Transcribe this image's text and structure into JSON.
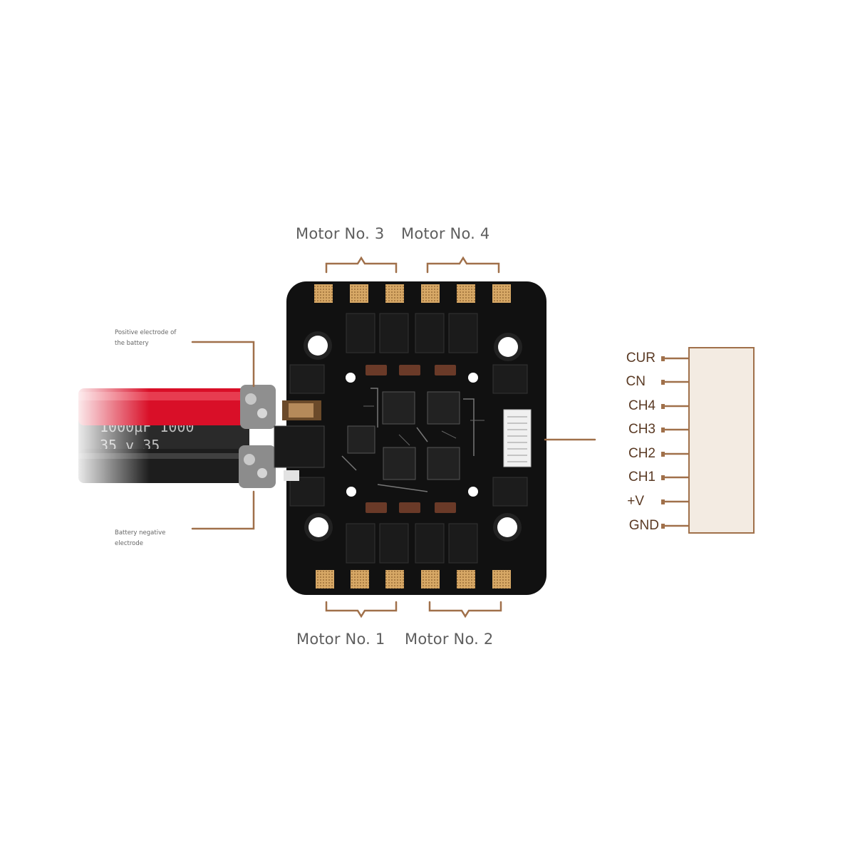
{
  "motors": {
    "motor3": "Motor No. 3",
    "motor4": "Motor No. 4",
    "motor1": "Motor No. 1",
    "motor2": "Motor No. 2"
  },
  "battery": {
    "positive_line1": "Positive electrode of",
    "positive_line2": "the battery",
    "negative_line1": "Battery negative",
    "negative_line2": "electrode"
  },
  "capacitor": {
    "line1": "1000µF  1000",
    "line2": "35  v  35"
  },
  "connector": {
    "pins": [
      "CUR",
      "CN",
      "CH4",
      "CH3",
      "CH2",
      "CH1",
      "+V",
      "GND"
    ]
  },
  "colors": {
    "bracket": "#a0704a",
    "connector_fill": "#f3ebe2",
    "pcb": "#111111",
    "pad": "#d7a866",
    "wire_red": "#e0102a",
    "wire_black": "#1a1a1a"
  }
}
